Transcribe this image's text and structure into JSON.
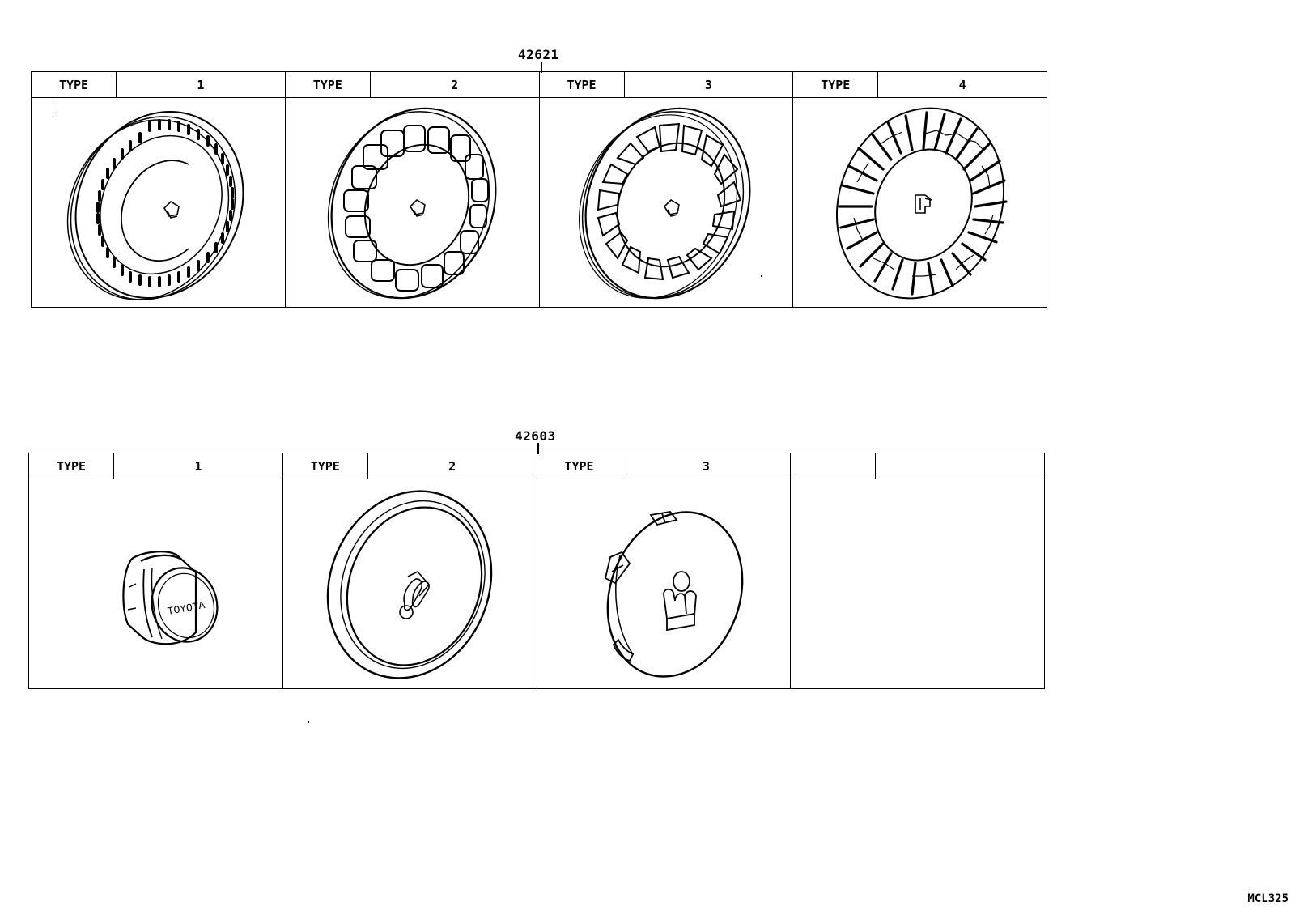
{
  "diagram": {
    "type": "parts-catalog-illustration",
    "page_code": "MCL325",
    "groups": [
      {
        "part_number": "42621",
        "name": "wheel-cap",
        "header_label": "TYPE",
        "cells": [
          {
            "type_label": "TYPE",
            "type_number": "1",
            "illustration": "wheel-cap-slotted-rim"
          },
          {
            "type_label": "TYPE",
            "type_number": "2",
            "illustration": "wheel-cap-grid-windows"
          },
          {
            "type_label": "TYPE",
            "type_number": "3",
            "illustration": "wheel-cap-trapezoid-windows"
          },
          {
            "type_label": "TYPE",
            "type_number": "4",
            "illustration": "wheel-cap-radial-spokes"
          }
        ]
      },
      {
        "part_number": "42603",
        "name": "center-ornament",
        "header_label": "TYPE",
        "cells": [
          {
            "type_label": "TYPE",
            "type_number": "1",
            "illustration": "center-cap-toyota",
            "emblem_text": "TOYOTA"
          },
          {
            "type_label": "TYPE",
            "type_number": "2",
            "illustration": "center-cap-crown-ring"
          },
          {
            "type_label": "TYPE",
            "type_number": "3",
            "illustration": "center-cap-crown-clips"
          },
          {
            "type_label": "",
            "type_number": "",
            "illustration": "empty"
          }
        ]
      }
    ],
    "colors": {
      "line": "#000000",
      "background": "#ffffff"
    }
  }
}
